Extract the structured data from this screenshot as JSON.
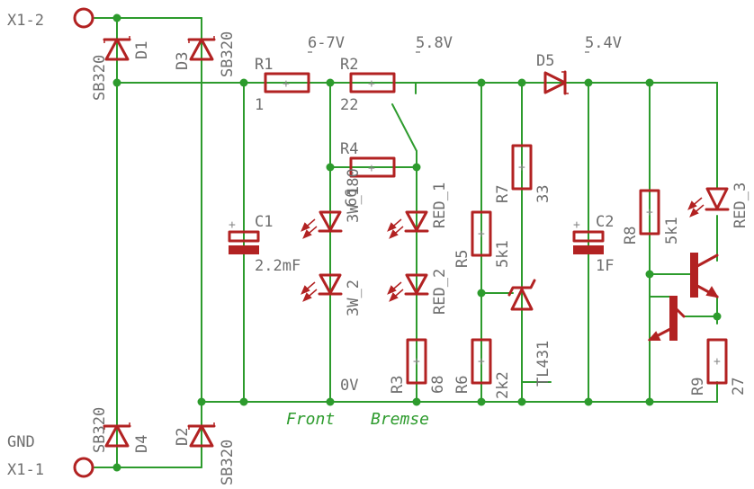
{
  "connectors": {
    "x1_2": "X1-2",
    "gnd": "GND",
    "x1_1": "X1-1"
  },
  "diodes": {
    "d1": {
      "name": "D1",
      "value": "SB320"
    },
    "d2": {
      "name": "D2",
      "value": "SB320"
    },
    "d3": {
      "name": "D3",
      "value": "SB320"
    },
    "d4": {
      "name": "D4",
      "value": "SB320"
    },
    "d5": {
      "name": "D5"
    }
  },
  "resistors": {
    "r1": {
      "name": "R1",
      "value": "1"
    },
    "r2": {
      "name": "R2",
      "value": "22"
    },
    "r3": {
      "name": "R3",
      "value": "68"
    },
    "r4": {
      "name": "R4",
      "value": "66"
    },
    "r5": {
      "name": "R5",
      "value": "5k1"
    },
    "r6": {
      "name": "R6",
      "value": "2k2"
    },
    "r7": {
      "name": "R7",
      "value": "33"
    },
    "r8": {
      "name": "R8",
      "value": "5k1"
    },
    "r9": {
      "name": "R9",
      "value": "27"
    }
  },
  "capacitors": {
    "c1": {
      "name": "C1",
      "value": "2.2mF"
    },
    "c2": {
      "name": "C2",
      "value": "1F"
    }
  },
  "leds": {
    "w1": "3W_1",
    "w1_value": "180",
    "w2": "3W_2",
    "red1": "RED_1",
    "red2": "RED_2",
    "red3": "RED_3"
  },
  "regulator": {
    "name": "TL431"
  },
  "nets": {
    "v1": "6-7V",
    "v2": "5.8V",
    "v3": "5.4V",
    "v0": "0V"
  },
  "texts": {
    "front": "Front",
    "bremse": "Bremse"
  },
  "symbols": {
    "plus": "+"
  },
  "colors": {
    "wire": "#2d9b2d",
    "part": "#b22222",
    "label": "#6e6e6e"
  }
}
